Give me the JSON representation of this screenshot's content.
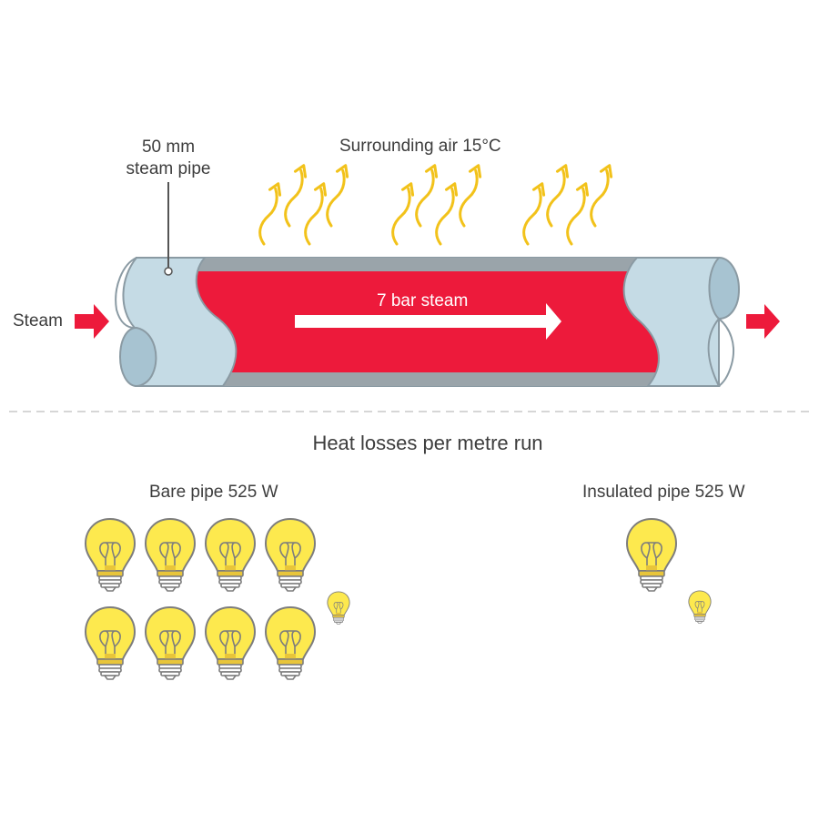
{
  "diagram": {
    "pipe_label_line1": "50 mm",
    "pipe_label_line2": "steam pipe",
    "surrounding_air": "Surrounding air 15°C",
    "inlet_label": "Steam",
    "flow_label": "7 bar steam",
    "section_title": "Heat losses per metre run",
    "bare_pipe_label": "Bare pipe 525 W",
    "insulated_pipe_label": "Insulated pipe 525 W",
    "bare_pipe_bulbs": {
      "large": 8,
      "small": 1
    },
    "insulated_pipe_bulbs": {
      "large": 1,
      "small": 1
    }
  },
  "icons": [
    "heat-wave-icon",
    "flow-arrow-icon",
    "light-bulb-icon"
  ],
  "colors": {
    "steam_red": "#ed1a3b",
    "pipe_blue": "#c5dbe5",
    "pipe_outline": "#8a9aa3",
    "pipe_inner_grey": "#9aa4aa",
    "heat_yellow": "#f2c21a",
    "bulb_yellow": "#fde94e",
    "bulb_outline": "#7a7a7a",
    "divider": "#c8c8c8",
    "text": "#3d3d3d"
  }
}
